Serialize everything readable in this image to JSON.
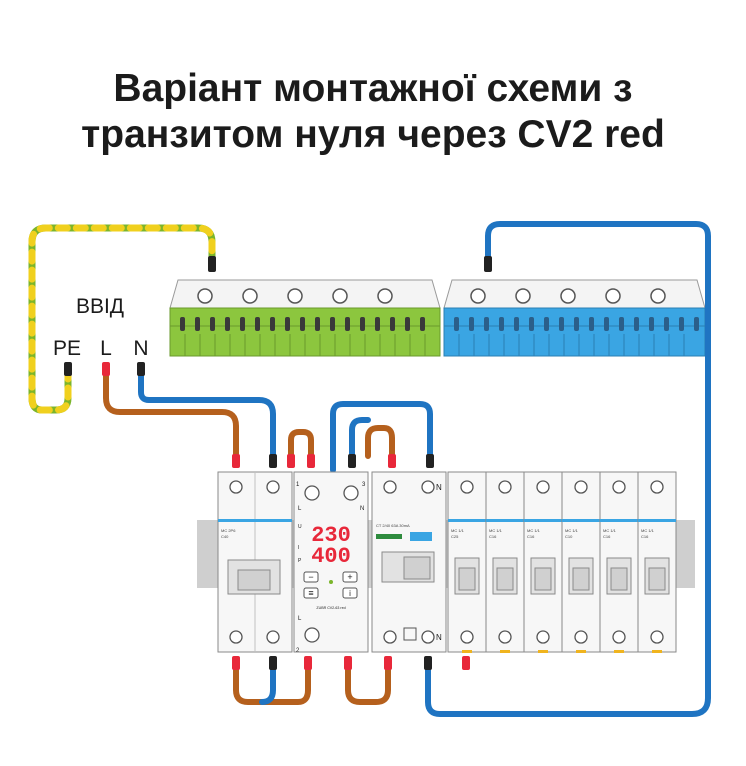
{
  "title": {
    "line1": "Варіант монтажної схеми з",
    "line2": "транзитом нуля через CV2 red"
  },
  "input": {
    "label": "ВВІД",
    "pe": "PE",
    "l": "L",
    "n": "N"
  },
  "relay": {
    "voltage": "230",
    "current": "400",
    "model": "ZUBR CV2-63 red",
    "pin_1": "1",
    "pin_2": "2",
    "pin_3": "3",
    "pin_l_top": "L",
    "pin_n_top": "N",
    "pin_l_bot": "L",
    "side_u": "U",
    "side_i": "I",
    "side_p": "P",
    "btn_minus": "−",
    "btn_plus": "+",
    "btn_menu": "≡",
    "btn_info": "i"
  },
  "breakers": {
    "main": {
      "model": "MC 2P6",
      "rating": "C40"
    },
    "rcd": {
      "model": "CT 2/40 63A 30mA",
      "n_top": "N",
      "n_bot": "N"
    },
    "n_label": "N",
    "mcbs": [
      {
        "model": "MC 1/1",
        "rating": "C25"
      },
      {
        "model": "MC 1/1",
        "rating": "C16"
      },
      {
        "model": "MC 1/1",
        "rating": "C16"
      },
      {
        "model": "MC 1/1",
        "rating": "C10"
      },
      {
        "model": "MC 1/1",
        "rating": "C16"
      },
      {
        "model": "MC 1/1",
        "rating": "C16"
      }
    ]
  },
  "colors": {
    "phase": "#b5601d",
    "neutral": "#1f74c2",
    "earth_green": "#7bb52b",
    "earth_yellow": "#f0d01e",
    "bar_green": "#8cc63e",
    "bar_blue": "#3aa5e3",
    "display_red": "#e8283a"
  }
}
